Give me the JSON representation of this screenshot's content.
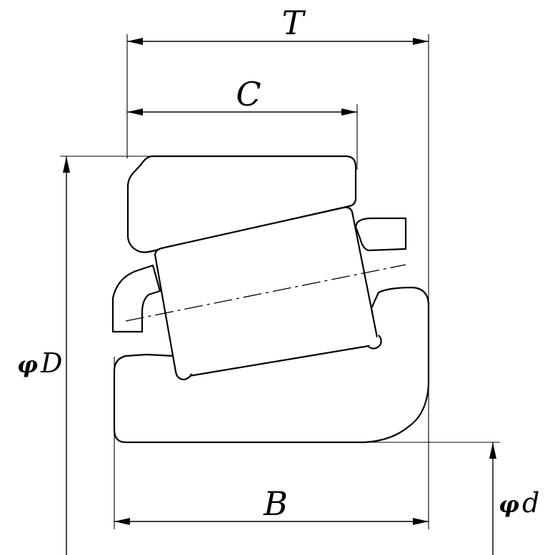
{
  "labels": {
    "T": "T",
    "C": "C",
    "B": "B",
    "D": "D",
    "d": "d",
    "phi": "φ"
  },
  "colors": {
    "line": "#000000",
    "background": "#ffffff"
  }
}
